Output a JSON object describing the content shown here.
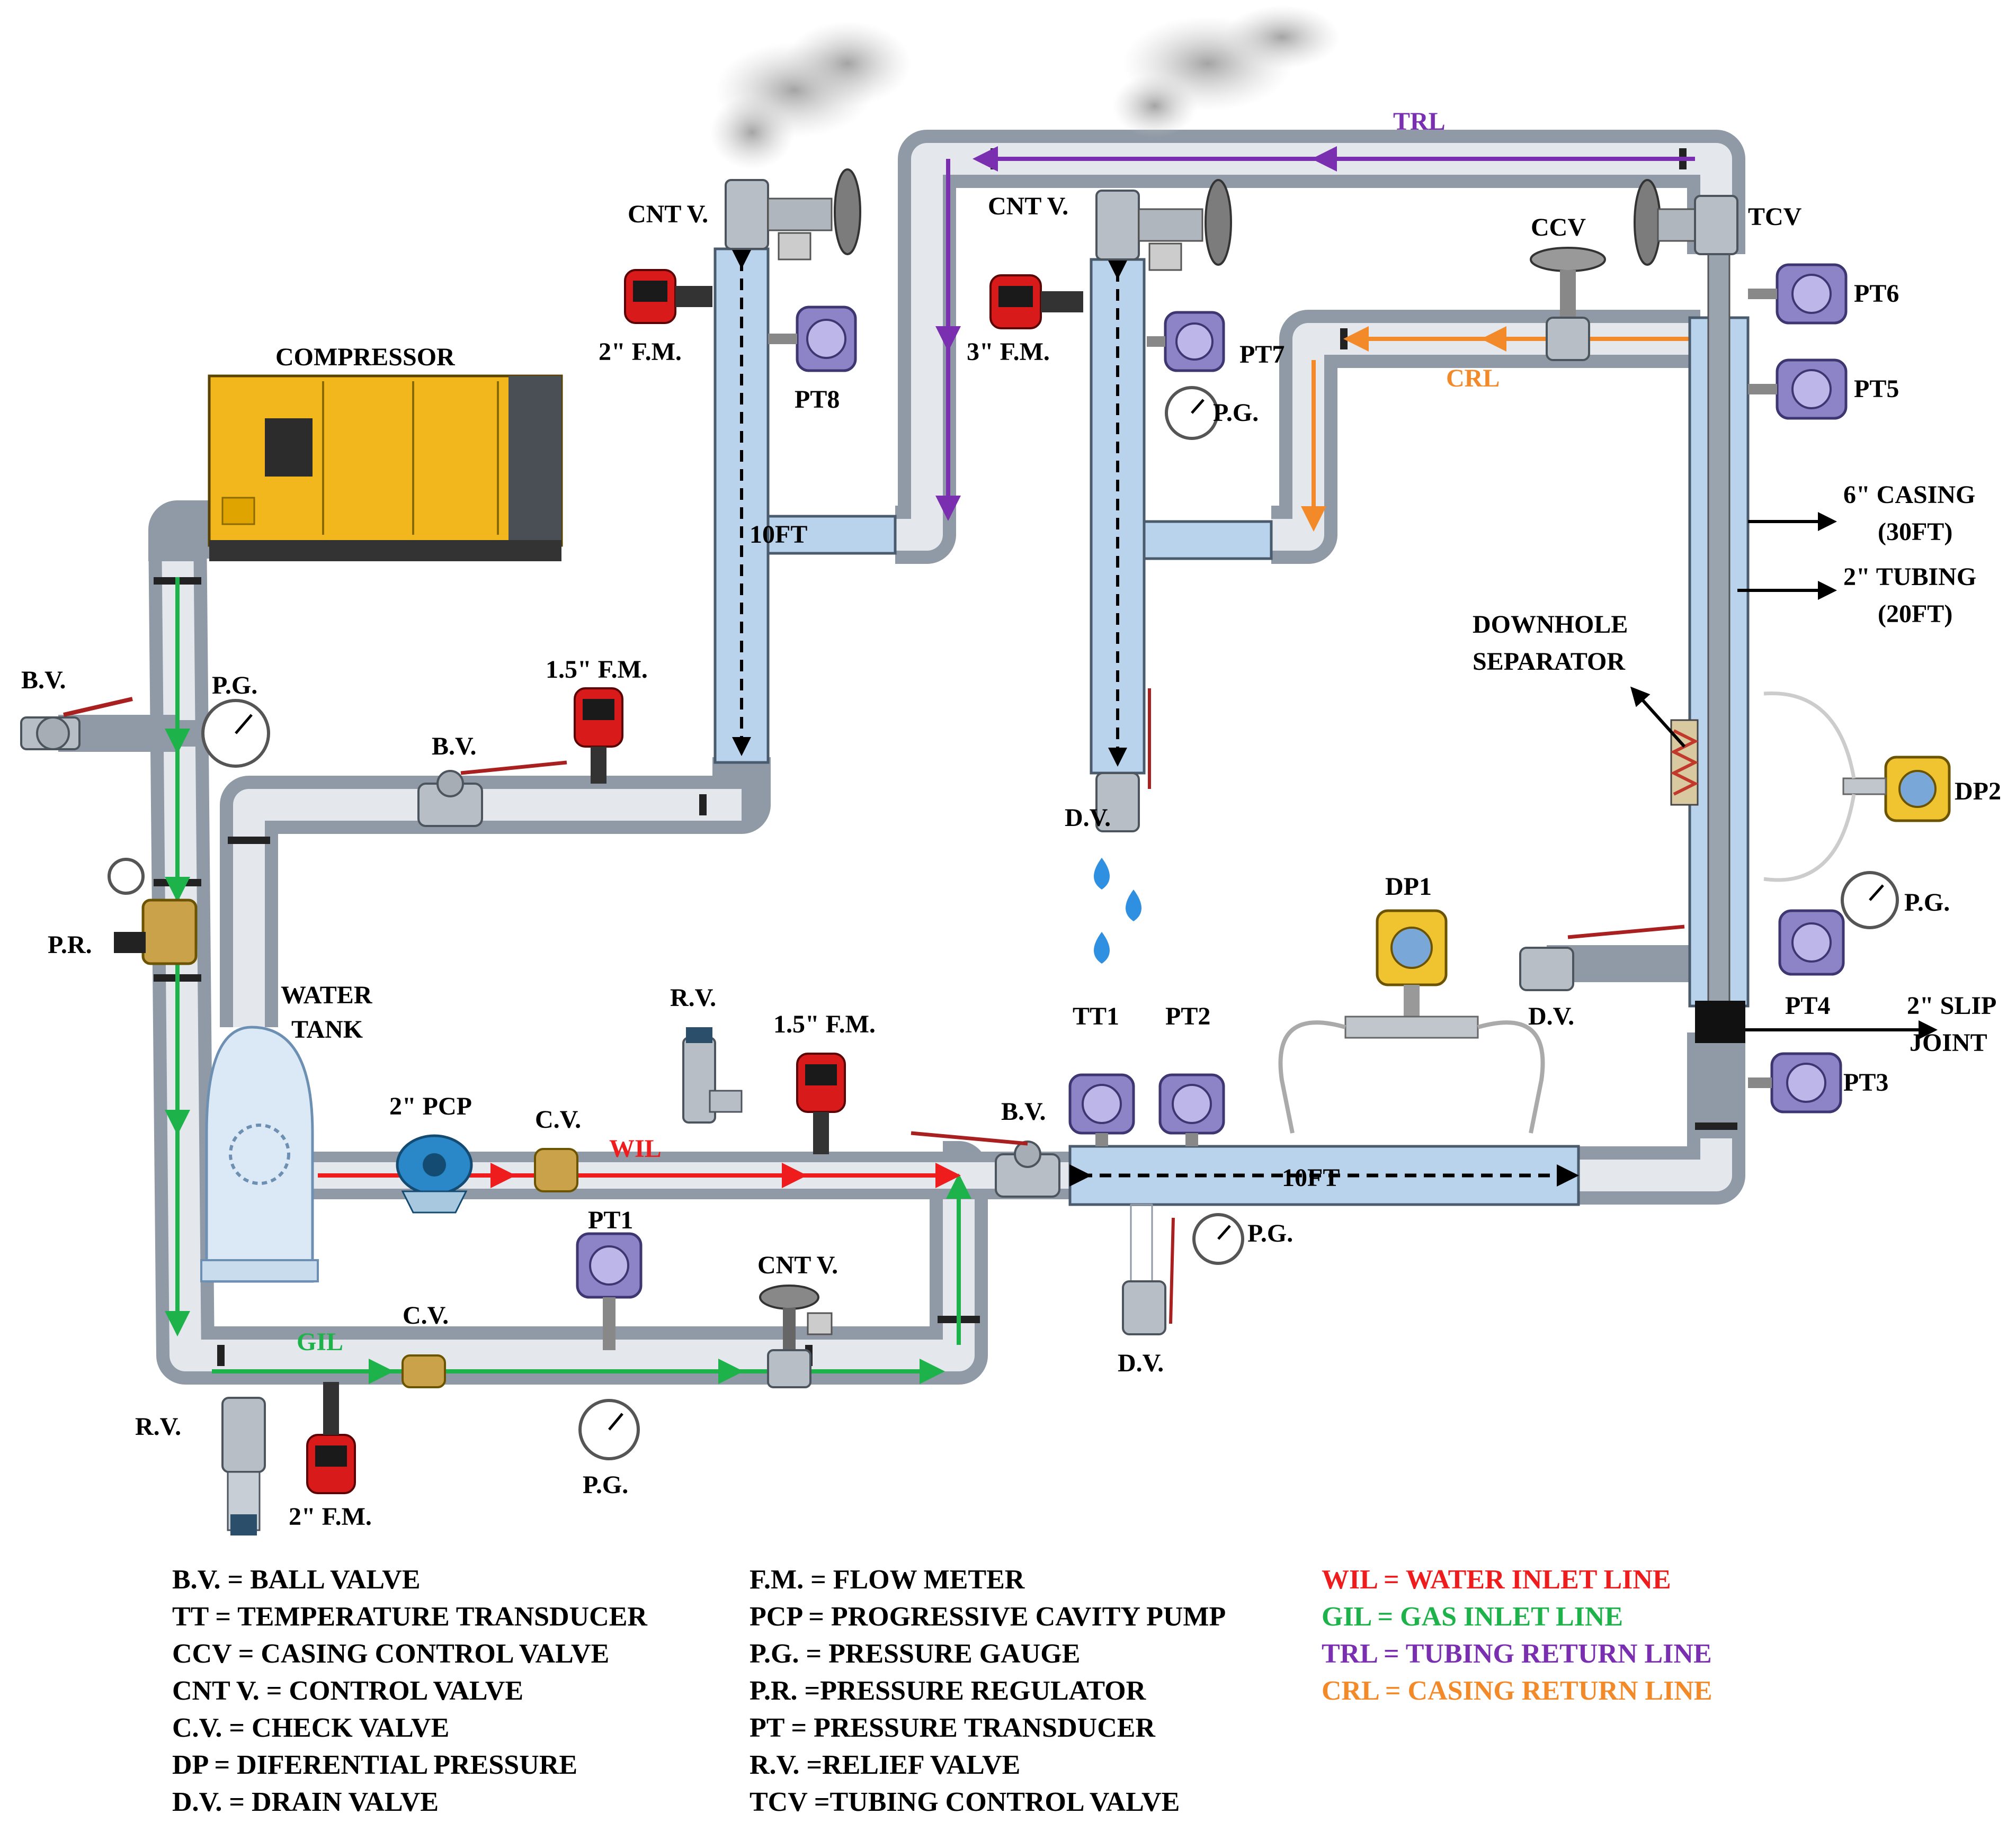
{
  "colors": {
    "wil": "#ee1c1c",
    "gil": "#1db34a",
    "trl": "#7a2fb0",
    "crl": "#f28a2a",
    "pipe": "#8f9aa6",
    "vessel": "#b9d3ec",
    "compressor": "#f2b71c"
  },
  "labels": {
    "compressor": "COMPRESSOR",
    "bv_left": "B.V.",
    "pg_left": "P.G.",
    "pr": "P.R.",
    "water_tank_1": "WATER",
    "water_tank_2": "TANK",
    "rv_bottom": "R.V.",
    "fm_gil": "2\" F.M.",
    "gil": "GIL",
    "cv_gil": "C.V.",
    "pt1": "PT1",
    "pg_pt1": "P.G.",
    "cntv_bottom": "CNT V.",
    "pcp": "2\" PCP",
    "cv_wil": "C.V.",
    "wil": "WIL",
    "rv_wil": "R.V.",
    "fm_wil": "1.5\" F.M.",
    "bv_wil": "B.V.",
    "tt1": "TT1",
    "pt2": "PT2",
    "dp1": "DP1",
    "ten_ft_bottom": "10FT",
    "pg_bottom": "P.G.",
    "dv_bottom": "D.V.",
    "bv_upper": "B.V.",
    "fm_upper": "1.5\" F.M.",
    "fm_2in": "2\" F.M.",
    "cntv_left": "CNT V.",
    "pt8": "PT8",
    "ten_ft_left": "10FT",
    "fm_3in": "3\" F.M.",
    "cntv_mid": "CNT V.",
    "pt7": "PT7",
    "pg_mid": "P.G.",
    "dv_mid": "D.V.",
    "trl": "TRL",
    "ccv": "CCV",
    "crl": "CRL",
    "tcv": "TCV",
    "pt6": "PT6",
    "pt5": "PT5",
    "casing_1": "6\" CASING",
    "casing_2": "(30FT)",
    "tubing_1": "2\" TUBING",
    "tubing_2": "(20FT)",
    "separator_1": "DOWNHOLE",
    "separator_2": "SEPARATOR",
    "dp2": "DP2",
    "pg_right": "P.G.",
    "pt4": "PT4",
    "dv_right": "D.V.",
    "slip_1": "2\" SLIP",
    "slip_2": "JOINT",
    "pt3": "PT3"
  },
  "legend": {
    "col1": [
      "B.V. = BALL VALVE",
      "TT = TEMPERATURE TRANSDUCER",
      "CCV = CASING CONTROL VALVE",
      "CNT V. = CONTROL VALVE",
      "C.V. = CHECK VALVE",
      "DP = DIFERENTIAL PRESSURE",
      "D.V. = DRAIN VALVE"
    ],
    "col2": [
      "F.M. = FLOW METER",
      "PCP = PROGRESSIVE CAVITY PUMP",
      "P.G. = PRESSURE GAUGE",
      "P.R. =PRESSURE REGULATOR",
      "PT = PRESSURE TRANSDUCER",
      "R.V. =RELIEF VALVE",
      "TCV =TUBING CONTROL VALVE"
    ],
    "col3": [
      "WIL = WATER INLET LINE",
      "GIL = GAS INLET LINE",
      "TRL = TUBING RETURN LINE",
      "CRL = CASING RETURN LINE"
    ]
  }
}
